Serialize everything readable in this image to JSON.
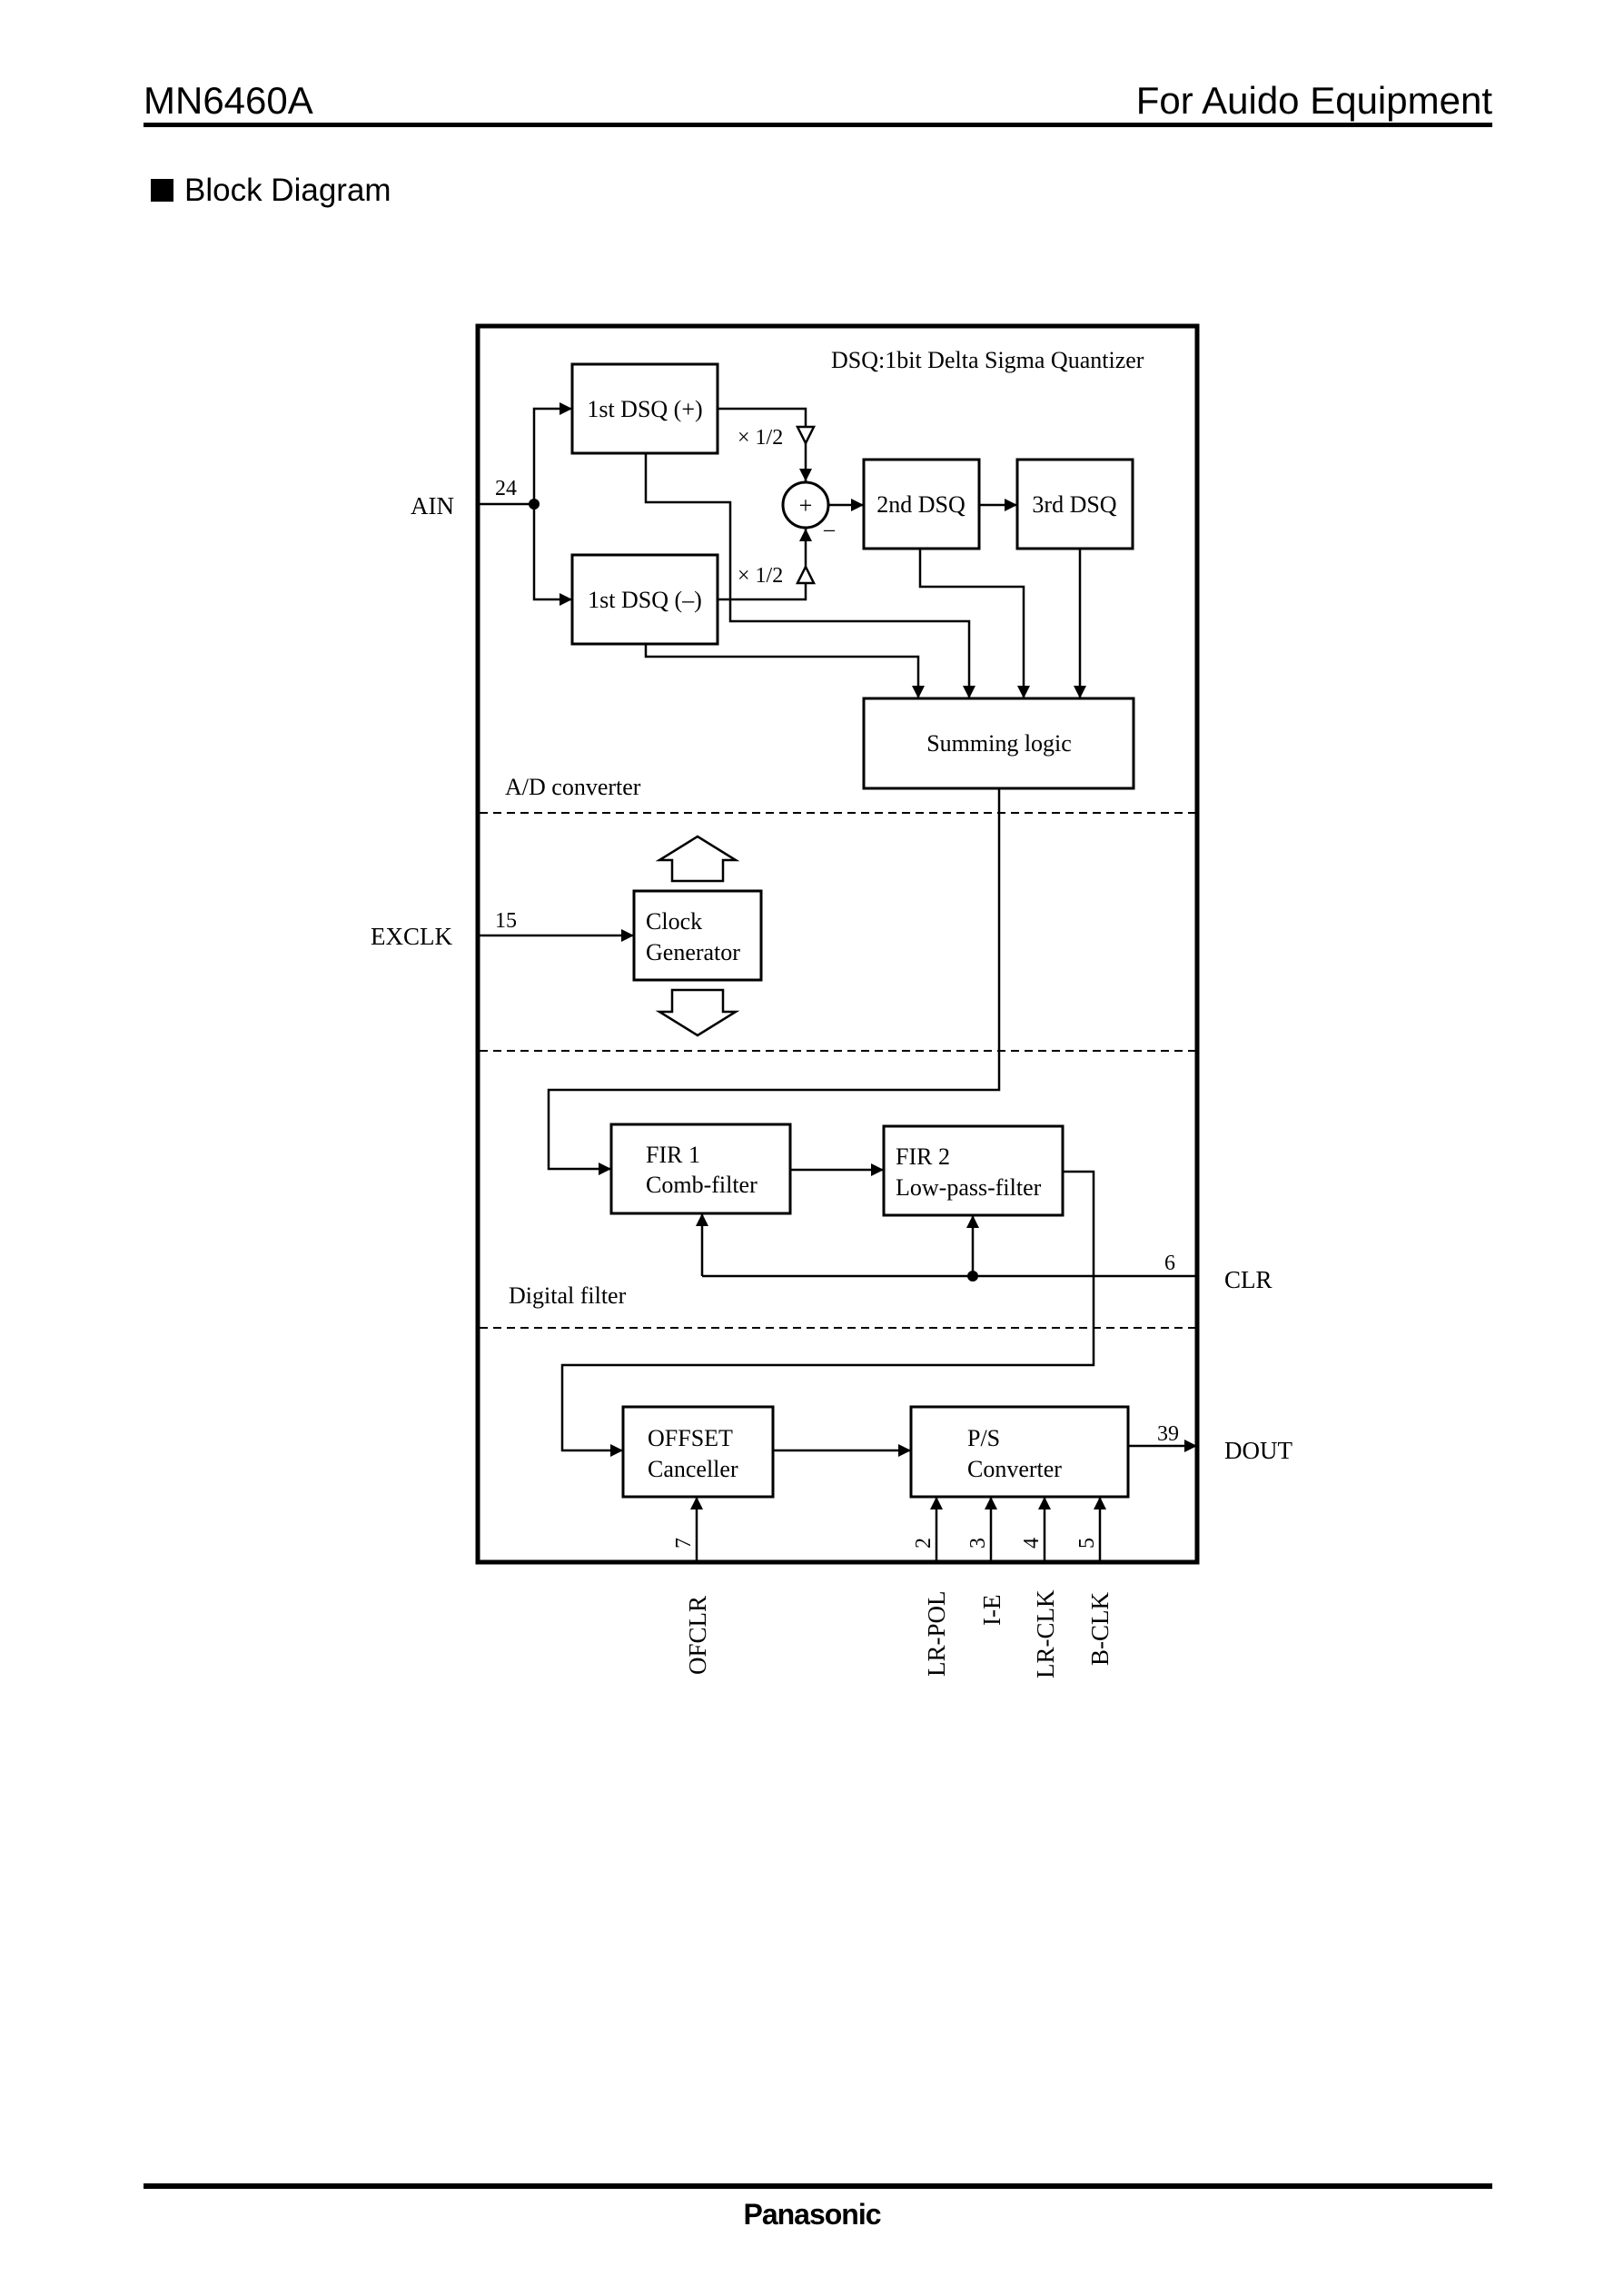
{
  "header": {
    "part_number": "MN6460A",
    "category": "For Auido Equipment"
  },
  "section": {
    "title": "Block Diagram"
  },
  "diagram": {
    "legend": "DSQ:1bit Delta Sigma Quantizer",
    "blocks": {
      "dsq_plus": "1st DSQ (+)",
      "dsq_minus": "1st DSQ (–)",
      "dsq2": "2nd DSQ",
      "dsq3": "3rd DSQ",
      "summing": "Summing logic",
      "clock_line1": "Clock",
      "clock_line2": "Generator",
      "fir1_line1": "FIR 1",
      "fir1_line2": "Comb-filter",
      "fir2_line1": "FIR 2",
      "fir2_line2": "Low-pass-filter",
      "offset_line1": "OFFSET",
      "offset_line2": "Canceller",
      "ps_line1": "P/S",
      "ps_line2": "Converter"
    },
    "gain_top": "× 1/2",
    "gain_bottom": "× 1/2",
    "adder_plus": "+",
    "adder_minus": "–",
    "sections": {
      "ad": "A/D converter",
      "digital": "Digital filter"
    },
    "pins": {
      "ain": {
        "name": "AIN",
        "num": "24"
      },
      "exclk": {
        "name": "EXCLK",
        "num": "15"
      },
      "clr": {
        "name": "CLR",
        "num": "6"
      },
      "dout": {
        "name": "DOUT",
        "num": "39"
      },
      "ofclr": {
        "name": "OFCLR",
        "num": "7"
      },
      "lrpol": {
        "name": "LR-POL",
        "num": "2"
      },
      "ie": {
        "name": "I-E",
        "num": "3"
      },
      "lrclk": {
        "name": "LR-CLK",
        "num": "4"
      },
      "bclk": {
        "name": "B-CLK",
        "num": "5"
      }
    }
  },
  "footer": {
    "brand": "Panasonic"
  }
}
